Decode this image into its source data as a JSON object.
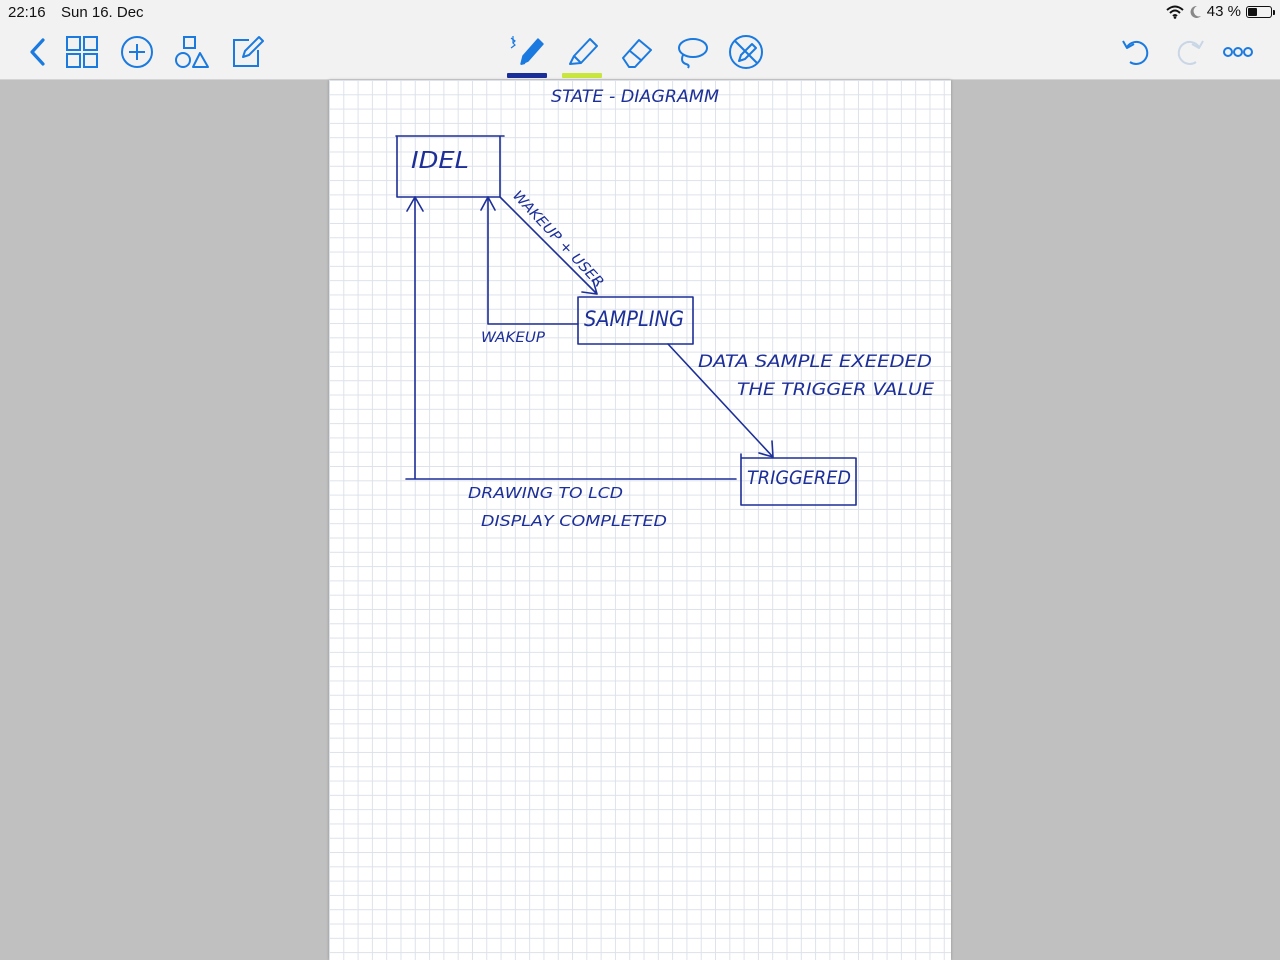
{
  "status_bar": {
    "time": "22:16",
    "date": "Sun 16. Dec",
    "battery_percent": "43 %",
    "battery_level": 0.43,
    "icons": [
      "wifi-icon",
      "moon-icon",
      "battery-icon"
    ]
  },
  "toolbar": {
    "left_tools": [
      "back-chevron-icon",
      "page-grid-icon",
      "add-icon",
      "shapes-icon",
      "edit-document-icon"
    ],
    "drawing_tools": [
      {
        "name": "pen",
        "icon": "pen-icon",
        "ink_color": "#1a2e9a",
        "selected": true
      },
      {
        "name": "highlighter",
        "icon": "highlighter-icon",
        "ink_color": "#c8e63c"
      },
      {
        "name": "eraser",
        "icon": "eraser-icon"
      },
      {
        "name": "lasso",
        "icon": "lasso-icon"
      },
      {
        "name": "shape-recognition",
        "icon": "no-pencil-icon"
      }
    ],
    "right_tools": [
      "undo-icon",
      "redo-icon",
      "more-icon"
    ],
    "accent_color": "#1a7ae0"
  },
  "diagram": {
    "title": "STATE - DIAGRAMM",
    "ink_color": "#1d2f98",
    "states": {
      "idle": "IDEL",
      "sampling": "SAMPLING",
      "triggered": "TRIGGERED"
    },
    "transitions": {
      "idle_to_sampling": "WAKEUP + USER",
      "sampling_to_idle": "WAKEUP",
      "sampling_to_triggered_line1": "DATA SAMPLE EXEEDED",
      "sampling_to_triggered_line2": "THE TRIGGER VALUE",
      "triggered_to_idle_line1": "DRAWING TO LCD",
      "triggered_to_idle_line2": "DISPLAY COMPLETED"
    }
  }
}
